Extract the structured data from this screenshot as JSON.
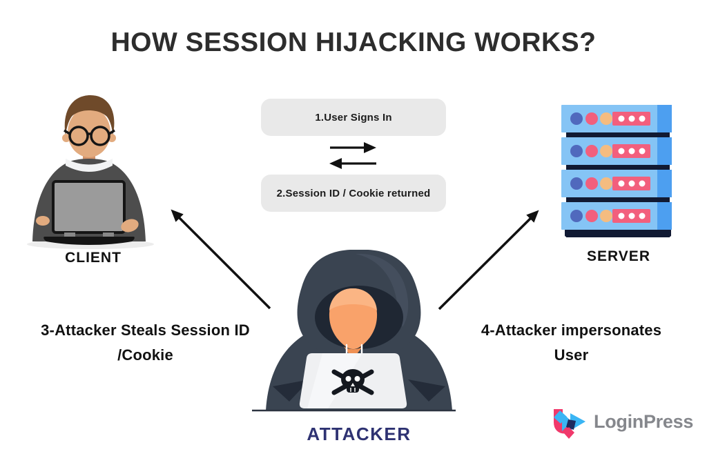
{
  "title": "HOW SESSION HIJACKING WORKS?",
  "flow_boxes": {
    "step1": "1.User Signs In",
    "step2": "2.Session ID / Cookie returned"
  },
  "actor_labels": {
    "client": "CLIENT",
    "server": "SERVER",
    "attacker": "ATTACKER"
  },
  "annotations": {
    "step3_line1": "3-Attacker Steals Session ID",
    "step3_line2": "/Cookie",
    "step4_line1": "4-Attacker impersonates",
    "step4_line2": "User"
  },
  "logo": {
    "text": "LoginPress"
  },
  "icons": {
    "client": "client-person-icon",
    "server": "server-rack-icon",
    "attacker": "attacker-hacker-icon",
    "skull": "skull-crossbones-icon",
    "arrow_signin": "arrow-right-icon",
    "arrow_cookie": "arrow-left-icon",
    "arrow_steal": "arrow-attacker-to-client-icon",
    "arrow_impersonate": "arrow-attacker-to-server-icon",
    "logo_mark": "loginpress-logo-icon"
  },
  "colors": {
    "title_text": "#2d2d2d",
    "box_bg": "#e9e9e9",
    "box_text": "#1b1b1b",
    "label_text": "#111111",
    "attacker_label": "#2e3272",
    "arrow": "#111111",
    "desk_line": "#2d3441",
    "hoodie": "#3a4451",
    "hoodie_dark": "#242c39",
    "hoodie_inner": "#1f2733",
    "face_orange": "#f9a26a",
    "face_shadow": "#ef9154",
    "attacker_laptop": "#eff0f2",
    "skull": "#14181f",
    "server_blue": "#85c4f5",
    "server_blue_side": "#4d9ff0",
    "server_navy": "#111a33",
    "dot_indigo": "#5069bd",
    "dot_pink": "#f25f7d",
    "dot_orange": "#f5bc80",
    "client_hair": "#6f4a2a",
    "client_skin": "#e2ab7f",
    "client_skin_dark": "#d4946a",
    "client_sweater": "#4d4d4d",
    "laptop_screen": "#9b9b9b",
    "laptop_frame": "#151515",
    "logo_pink": "#f0396b",
    "logo_blue": "#3ab5f4",
    "logo_navy": "#1e2a5e",
    "logo_text": "#85878c"
  }
}
